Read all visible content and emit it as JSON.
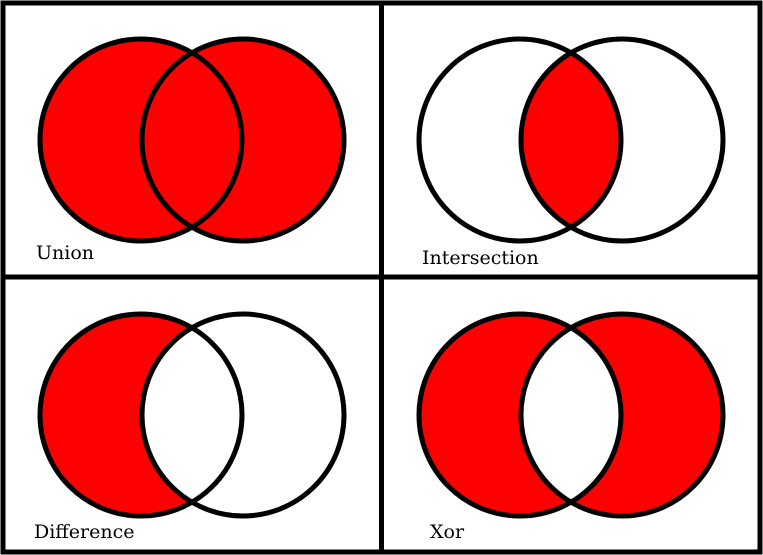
{
  "colors": {
    "fill": "#ff0000",
    "stroke": "#000000",
    "background": "#ffffff",
    "frame": "#000000"
  },
  "panels": [
    {
      "label": "Union",
      "operation": "union"
    },
    {
      "label": "Intersection",
      "operation": "intersection"
    },
    {
      "label": "Difference",
      "operation": "difference"
    },
    {
      "label": "Xor",
      "operation": "xor"
    }
  ]
}
